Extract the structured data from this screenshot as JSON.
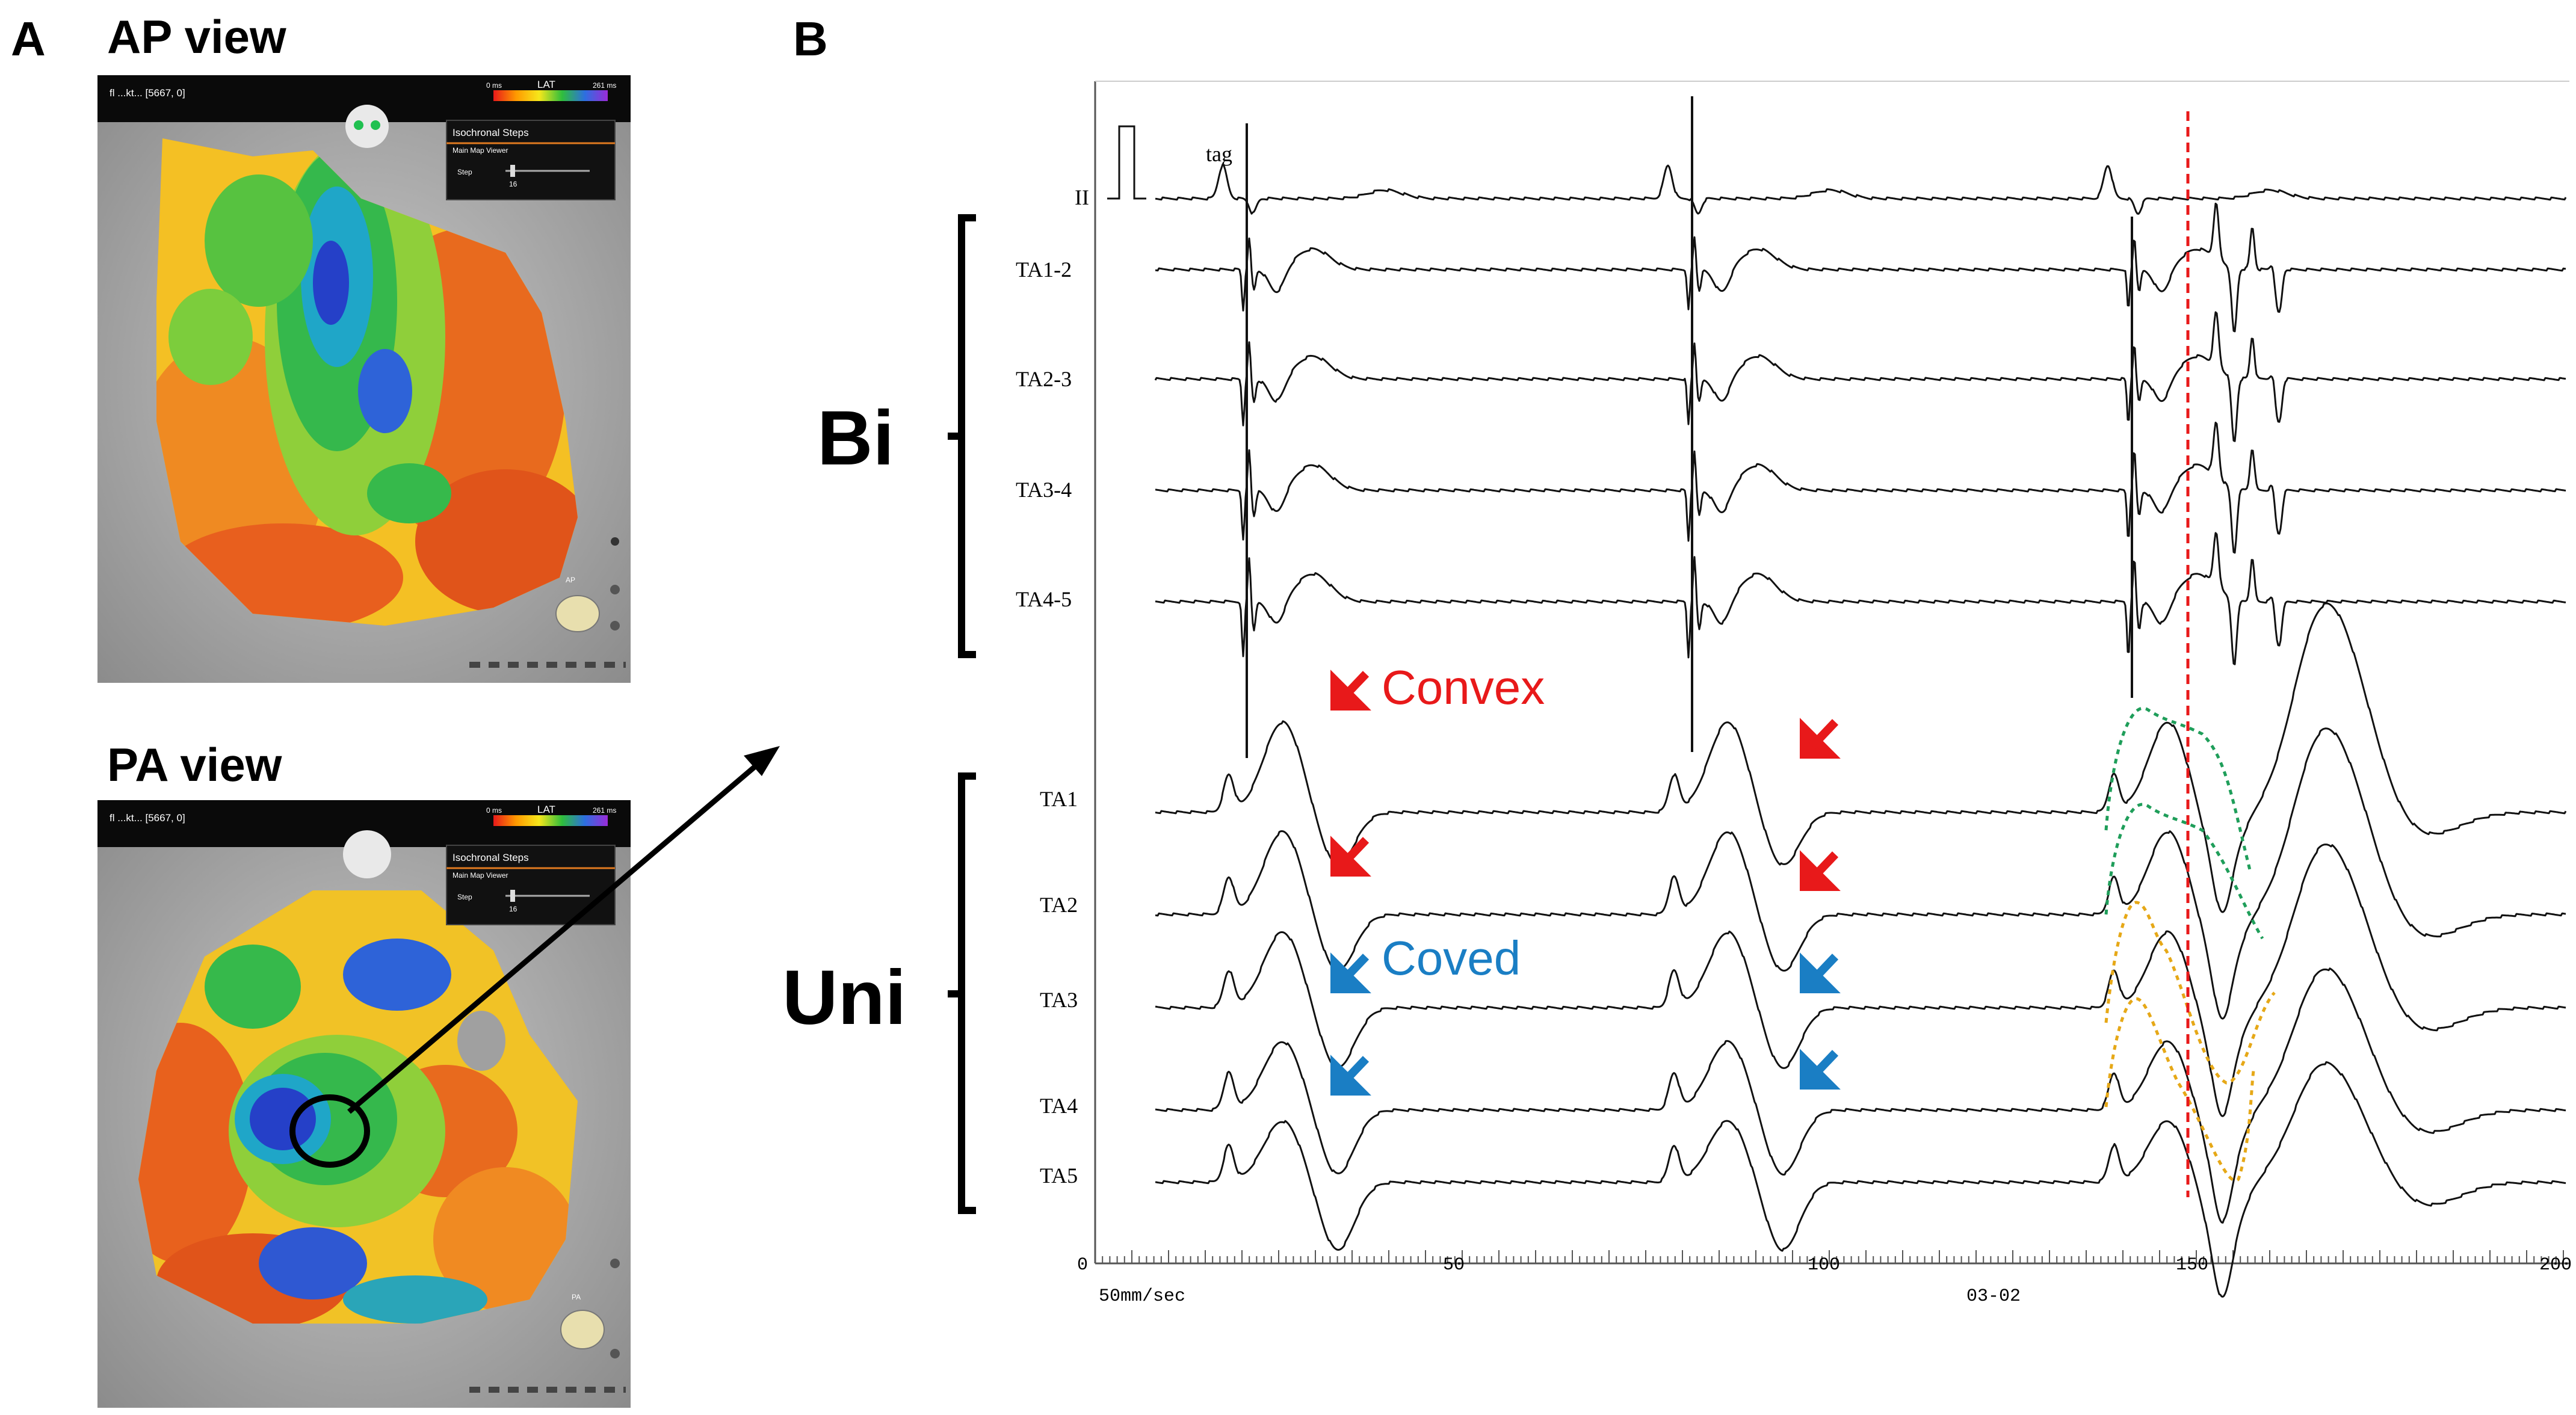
{
  "panels": {
    "a_letter": "A",
    "b_letter": "B"
  },
  "maps": [
    {
      "title": "AP view",
      "topbar": "fl ...kt... [5667, 0]",
      "lat_label": "LAT",
      "lat_min": "0 ms",
      "lat_max": "261 ms",
      "popup_title": "Isochronal Steps",
      "popup_sub": "Main Map Viewer",
      "step_label": "Step",
      "step_value": "16",
      "view_tag": "AP"
    },
    {
      "title": "PA view",
      "topbar": "fl ...kt... [5667, 0]",
      "lat_label": "LAT",
      "lat_min": "0 ms",
      "lat_max": "261 ms",
      "popup_title": "Isochronal Steps",
      "popup_sub": "Main Map Viewer",
      "step_label": "Step",
      "step_value": "16",
      "view_tag": "PA"
    }
  ],
  "ecg": {
    "tag_label": "tag",
    "groups": {
      "bipolar": "Bi",
      "unipolar": "Uni"
    },
    "channels": [
      {
        "label": "II",
        "group": "lead"
      },
      {
        "label": "TA1-2",
        "group": "bipolar"
      },
      {
        "label": "TA2-3",
        "group": "bipolar"
      },
      {
        "label": "TA3-4",
        "group": "bipolar"
      },
      {
        "label": "TA4-5",
        "group": "bipolar"
      },
      {
        "label": "TA1",
        "group": "unipolar"
      },
      {
        "label": "TA2",
        "group": "unipolar"
      },
      {
        "label": "TA3",
        "group": "unipolar"
      },
      {
        "label": "TA4",
        "group": "unipolar"
      },
      {
        "label": "TA5",
        "group": "unipolar"
      }
    ],
    "annotations": {
      "convex": {
        "text": "Convex",
        "color": "#e8191a"
      },
      "coved": {
        "text": "Coved",
        "color": "#1a7ec4"
      }
    },
    "axis": {
      "ticks": [
        "0",
        "50",
        "100",
        "150",
        "200"
      ],
      "speed": "50mm/sec",
      "center_label": "03-02"
    },
    "colors": {
      "marker_line": "#e8191a",
      "green_overlay": "#1f9e5a",
      "orange_overlay": "#e6a817"
    }
  }
}
